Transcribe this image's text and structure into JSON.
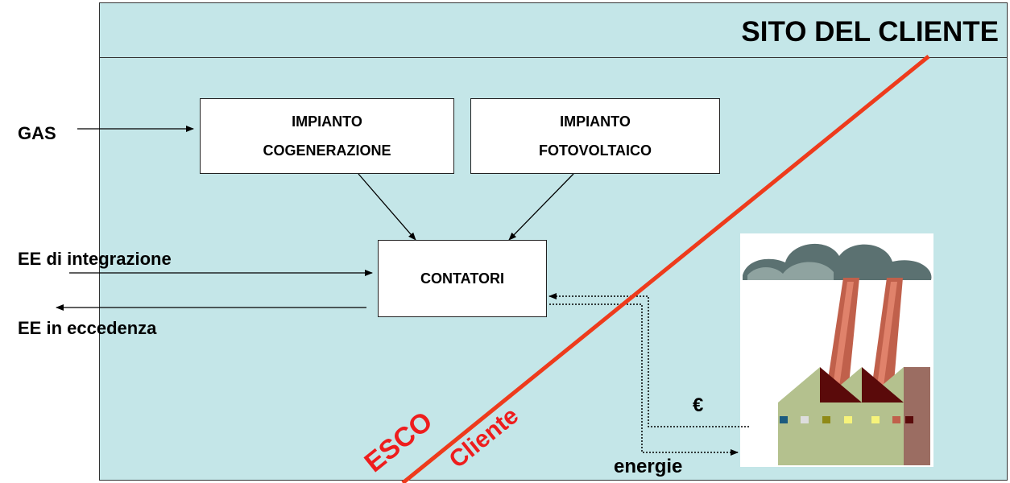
{
  "site": {
    "title": "SITO DEL CLIENTE"
  },
  "boxes": {
    "cogen": [
      "IMPIANTO",
      "COGENERAZIONE"
    ],
    "pv": [
      "IMPIANTO",
      "FOTOVOLTAICO"
    ],
    "meters": "CONTATORI"
  },
  "labels": {
    "gas": "GAS",
    "ee_integration": "EE di integrazione",
    "ee_excess": "EE in eccedenza",
    "euro": "€",
    "energy": "energie",
    "esco": "ESCO",
    "cliente": "Cliente"
  },
  "colors": {
    "site_background": "#c4e6e8",
    "boundary_line": "#ee3b1c",
    "rotated_text": "#ee1d1d"
  }
}
